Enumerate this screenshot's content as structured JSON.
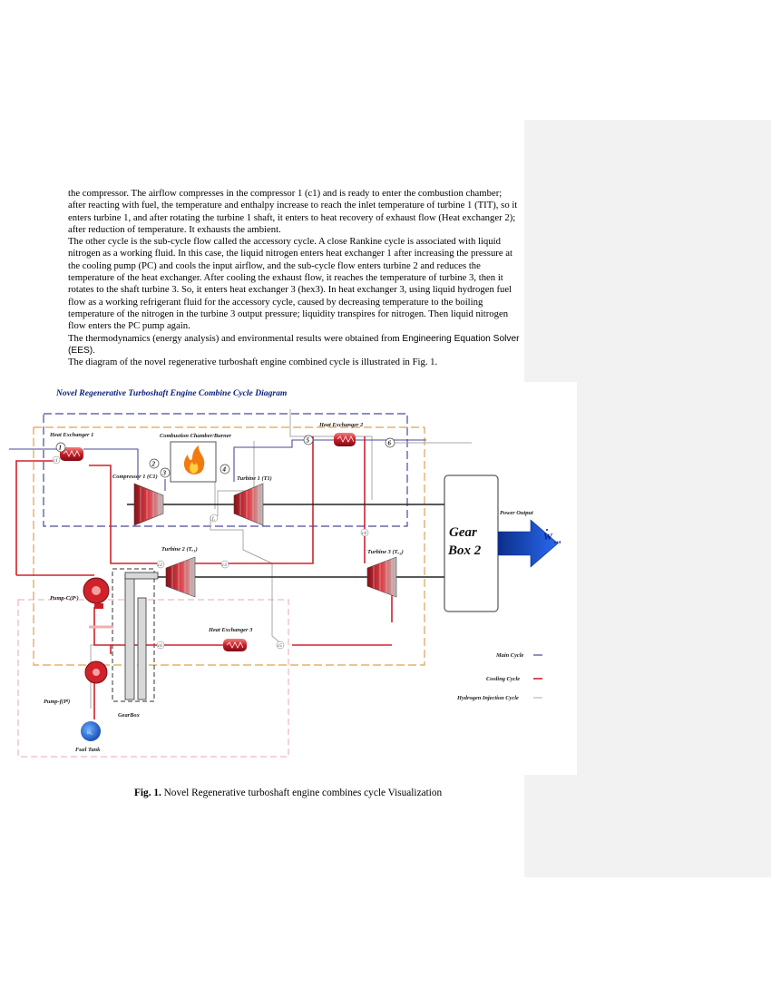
{
  "paragraphs": [
    "the compressor. The airflow compresses in the compressor 1 (c1) and is ready to enter the combustion chamber; after reacting with fuel, the temperature and enthalpy increase to reach the inlet temperature of turbine 1 (TIT), so it enters turbine 1, and after rotating the turbine 1 shaft, it enters to heat recovery of exhaust flow (Heat exchanger 2); after reduction of temperature. It exhausts the ambient.",
    "The other cycle is the sub-cycle flow called the accessory cycle. A close Rankine cycle is associated with liquid nitrogen as a working fluid. In this case, the liquid nitrogen enters heat exchanger 1 after increasing the pressure at the cooling pump (PC) and cools the input airflow, and the sub-cycle flow enters turbine 2 and reduces the temperature of the heat exchanger. After cooling the exhaust flow, it reaches the temperature of turbine 3, then it rotates to the shaft turbine 3. So, it enters heat exchanger 3 (hex3). In heat exchanger 3, using liquid hydrogen fuel flow as a working refrigerant fluid for the accessory cycle, caused by decreasing temperature to the boiling temperature of the nitrogen in the turbine 3 output pressure; liquidity transpires for nitrogen. Then liquid nitrogen flow enters the PC pump again."
  ],
  "paragraph_thermo_a": "The thermodynamics (energy analysis) and environmental results were obtained from ",
  "paragraph_thermo_b": "Engineering Equation Solver (EES).",
  "paragraph_diagram": "The diagram of the novel regenerative turboshaft engine combined cycle is illustrated in Fig. 1.",
  "figure": {
    "title": "Novel Regenerative Turboshaft Engine Combine Cycle Diagram",
    "labels": {
      "heat_exchanger_1": "Heat Exchanger 1",
      "heat_exchanger_2": "Heat Exchanger 2",
      "heat_exchanger_3": "Heat Exchanger 3",
      "combustion_chamber": "Combustion Chamber/Burner",
      "compressor_1": "Compressor 1 (C1)",
      "turbine_1": "Turbine 1 (T1)",
      "turbine_2": "Turbine 2 (Tₒ₁)",
      "turbine_3": "Turbine 3 (Tₒ₂)",
      "pump_c": "Pump-C(Pᶜ)",
      "pump_f": "Pump-f(Pᶠ)",
      "gearbox": "GearBox",
      "fuel_tank": "Fuel Tank",
      "h2": "H₂",
      "gear_box_2_line1": "Gear",
      "gear_box_2_line2": "Box 2",
      "power_output": "Power Output",
      "w_out": "W",
      "w_out_sub": "out"
    },
    "state_points": {
      "s1": "1",
      "s2": "2",
      "s3": "3",
      "s4": "4",
      "s5": "5",
      "s6": "6",
      "c1": "c1",
      "c2": "c2",
      "c3": "c3",
      "c4": "c4",
      "c5": "c5",
      "c6": "c6",
      "f1": "f₁"
    },
    "legend": [
      {
        "label": "Main Cycle",
        "color": "#4a4a9a"
      },
      {
        "label": "Cooling Cycle",
        "color": "#d0222b"
      },
      {
        "label": "Hydrogen Injection Cycle",
        "color": "#a8a8a8"
      }
    ],
    "colors": {
      "main": "#4a4a9a",
      "cooling": "#d0222b",
      "hydrogen": "#a8a8a8",
      "orange_box": "#e0a050",
      "pink_box": "#e8a8b0",
      "gearbox_arrow": "#1a4fc8"
    }
  },
  "caption_label": "Fig. 1.",
  "caption_text": " Novel Regenerative turboshaft engine combines cycle Visualization"
}
